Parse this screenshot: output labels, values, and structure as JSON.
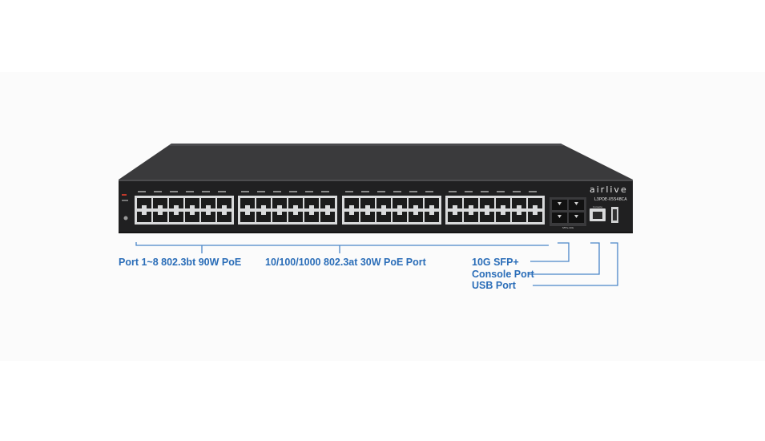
{
  "device": {
    "brand": "airlive",
    "model": "L3POE-X5548CA",
    "console_port_label": "Console",
    "sfp_label": "SFP+10G"
  },
  "callouts": {
    "poe_90w": "Port 1~8 802.3bt 90W PoE",
    "poe_30w": "10/100/1000 802.3at 30W PoE Port",
    "sfp": "10G SFP+",
    "console": "Console Port",
    "usb": "USB Port"
  },
  "colors": {
    "callout_text": "#2a6db8",
    "callout_line": "#4a86c8",
    "chassis": "#2b2b2d",
    "port_silver": "#d9dadb"
  },
  "port_groups": 4,
  "ports_per_group": 12,
  "sfp_ports": 4
}
